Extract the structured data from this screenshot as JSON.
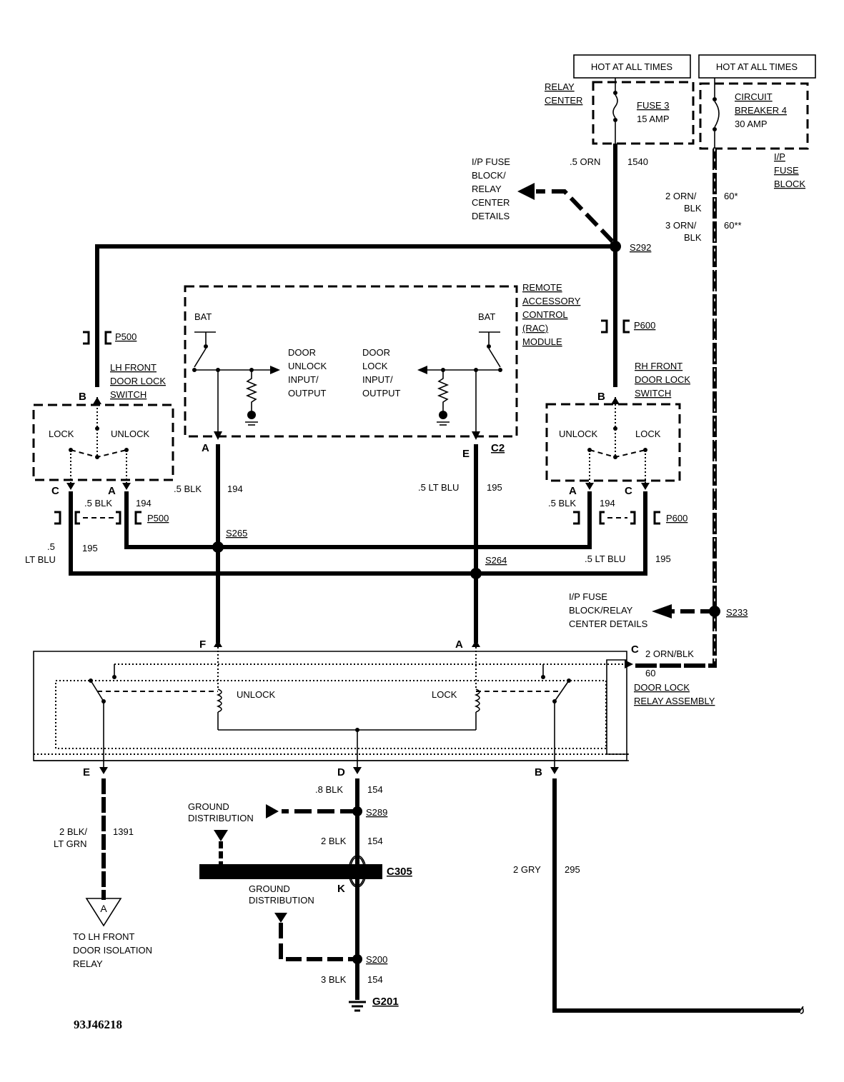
{
  "header": {
    "hot1": "HOT AT ALL TIMES",
    "hot2": "HOT AT ALL TIMES",
    "relay_center": [
      "RELAY",
      "CENTER"
    ],
    "fuse": [
      "FUSE 3",
      "15 AMP"
    ],
    "breaker": [
      "CIRCUIT",
      "BREAKER 4",
      "30 AMP"
    ],
    "ip_fuse_block": [
      "I/P",
      "FUSE",
      "BLOCK"
    ]
  },
  "wires": {
    "orn_size": ".5 ORN",
    "orn_num": "1540",
    "orn_blk_2": "2 ORN/",
    "orn_blk_2b": "BLK",
    "orn_blk_2_num": "60*",
    "orn_blk_3": "3 ORN/",
    "orn_blk_3b": "BLK",
    "orn_blk_3_num": "60**",
    "blk_left_a": ".5 BLK",
    "blk_left_a_num": "194",
    "blk_mid": ".5 BLK",
    "blk_mid_num": "194",
    "ltblu_mid": ".5 LT BLU",
    "ltblu_mid_num": "195",
    "blk_right": ".5 BLK",
    "blk_right_num": "194",
    "ltblu_left_1": ".5",
    "ltblu_left_2": "LT BLU",
    "ltblu_left_num": "195",
    "ltblu_right": ".5 LT BLU",
    "ltblu_right_num": "195",
    "orn_blk_relay": "2 ORN/BLK",
    "orn_blk_relay_num": "60",
    "blk_08": ".8 BLK",
    "blk_08_num": "154",
    "blk_2": "2 BLK",
    "blk_2_num": "154",
    "blk_3": "3 BLK",
    "blk_3_num": "154",
    "blk_ltgrn_1": "2 BLK/",
    "blk_ltgrn_2": "LT GRN",
    "blk_ltgrn_num": "1391",
    "gry": "2 GRY",
    "gry_num": "295"
  },
  "splices": {
    "s292": "S292",
    "s265": "S265",
    "s264": "S264",
    "s233": "S233",
    "s289": "S289",
    "s200": "S200",
    "g201": "G201",
    "c305": "C305",
    "c2": "C2"
  },
  "connectors": {
    "p500_top": "P500",
    "p600_top": "P600",
    "p500_bot": "P500",
    "p600_bot": "P600"
  },
  "ip_details_top": [
    "I/P FUSE",
    "BLOCK/",
    "RELAY",
    "CENTER",
    "DETAILS"
  ],
  "ip_details_mid": [
    "I/P FUSE",
    "BLOCK/RELAY",
    "CENTER DETAILS"
  ],
  "rac": {
    "title": [
      "REMOTE",
      "ACCESSORY",
      "CONTROL",
      "(RAC)",
      "MODULE"
    ],
    "bat_left": "BAT",
    "bat_right": "BAT",
    "unlock_io": [
      "DOOR",
      "UNLOCK",
      "INPUT/",
      "OUTPUT"
    ],
    "lock_io": [
      "DOOR",
      "LOCK",
      "INPUT/",
      "OUTPUT"
    ],
    "pin_a": "A",
    "pin_e": "E"
  },
  "lh_switch": {
    "title": [
      "LH FRONT",
      "DOOR LOCK",
      "SWITCH"
    ],
    "lock": "LOCK",
    "unlock": "UNLOCK",
    "pin_b": "B",
    "pin_c": "C",
    "pin_a": "A"
  },
  "rh_switch": {
    "title": [
      "RH FRONT",
      "DOOR LOCK",
      "SWITCH"
    ],
    "lock": "LOCK",
    "unlock": "UNLOCK",
    "pin_b": "B",
    "pin_c": "C",
    "pin_a": "A"
  },
  "relay": {
    "title": [
      "DOOR LOCK",
      "RELAY ASSEMBLY"
    ],
    "unlock": "UNLOCK",
    "lock": "LOCK",
    "pin_f": "F",
    "pin_a": "A",
    "pin_c": "C",
    "pin_e": "E",
    "pin_d": "D",
    "pin_b": "B"
  },
  "ground": {
    "dist1": [
      "GROUND",
      "DISTRIBUTION"
    ],
    "dist2": [
      "GROUND",
      "DISTRIBUTION"
    ],
    "pin_k": "K"
  },
  "bottom": {
    "ref_letter": "A",
    "to_lh": [
      "TO LH FRONT",
      "DOOR ISOLATION",
      "RELAY"
    ],
    "code": "93J46218"
  }
}
